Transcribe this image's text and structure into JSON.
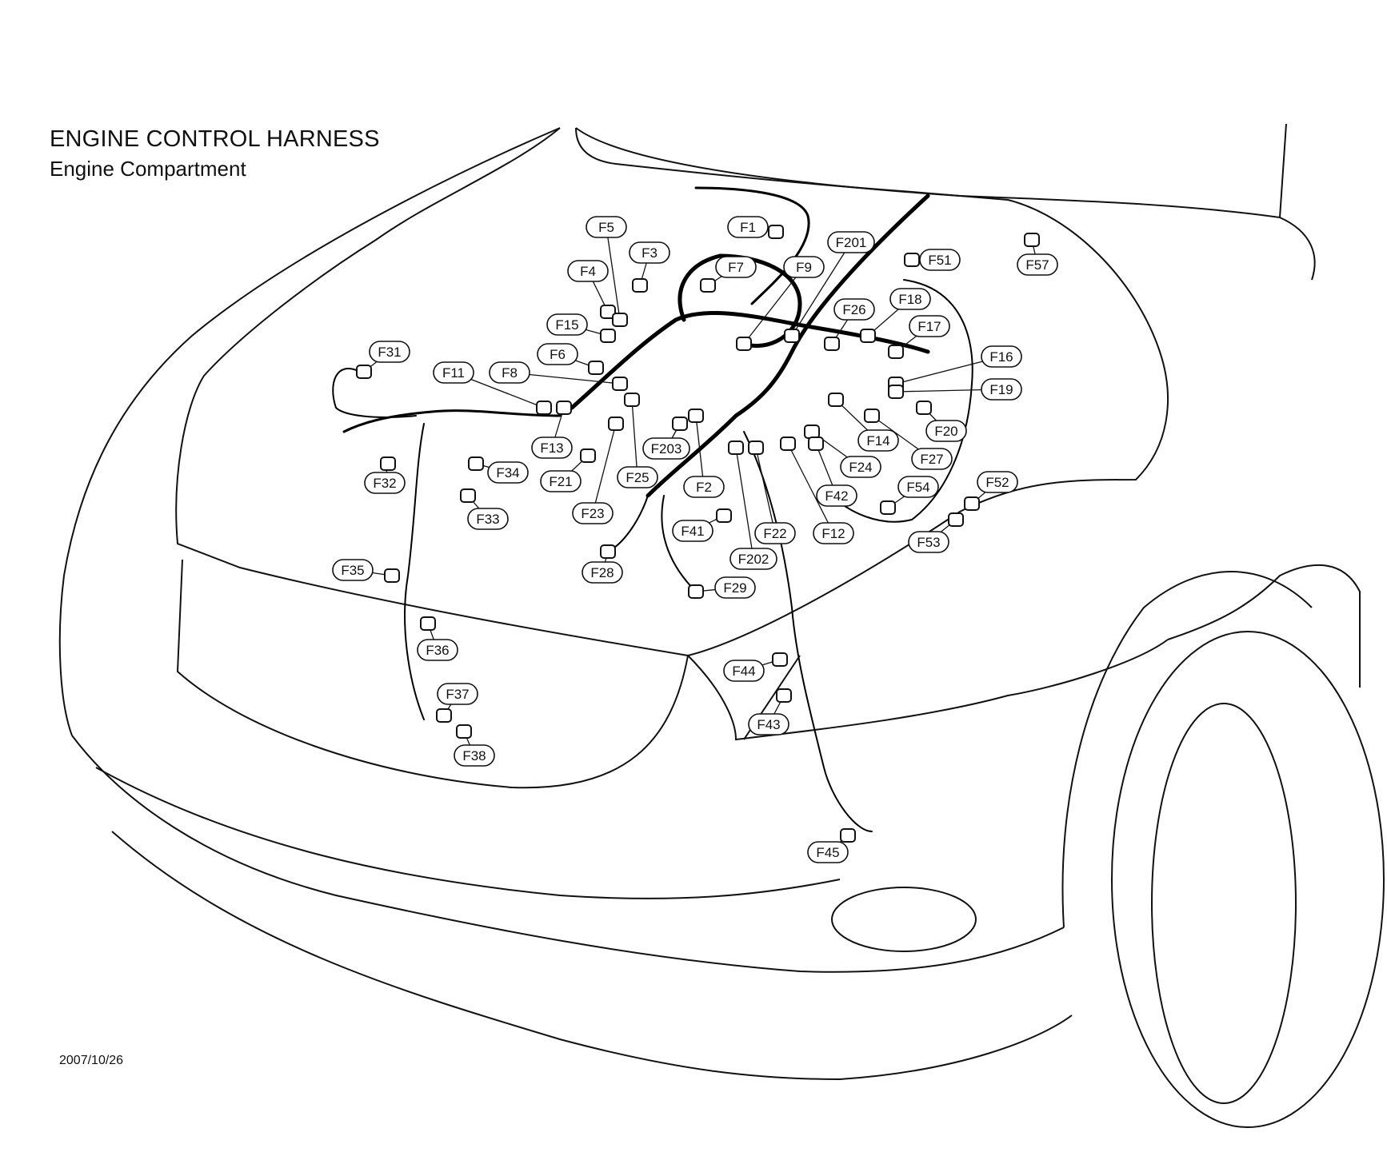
{
  "title": "ENGINE CONTROL HARNESS",
  "subtitle": "Engine Compartment",
  "date": "2007/10/26",
  "colors": {
    "line": "#111111",
    "background": "#ffffff",
    "harness": "#000000"
  },
  "connectors": [
    {
      "id": "F1",
      "label": "F1"
    },
    {
      "id": "F2",
      "label": "F2"
    },
    {
      "id": "F3",
      "label": "F3"
    },
    {
      "id": "F4",
      "label": "F4"
    },
    {
      "id": "F5",
      "label": "F5"
    },
    {
      "id": "F6",
      "label": "F6"
    },
    {
      "id": "F7",
      "label": "F7"
    },
    {
      "id": "F8",
      "label": "F8"
    },
    {
      "id": "F9",
      "label": "F9"
    },
    {
      "id": "F11",
      "label": "F11"
    },
    {
      "id": "F12",
      "label": "F12"
    },
    {
      "id": "F13",
      "label": "F13"
    },
    {
      "id": "F14",
      "label": "F14"
    },
    {
      "id": "F15",
      "label": "F15"
    },
    {
      "id": "F16",
      "label": "F16"
    },
    {
      "id": "F17",
      "label": "F17"
    },
    {
      "id": "F18",
      "label": "F18"
    },
    {
      "id": "F19",
      "label": "F19"
    },
    {
      "id": "F20",
      "label": "F20"
    },
    {
      "id": "F21",
      "label": "F21"
    },
    {
      "id": "F22",
      "label": "F22"
    },
    {
      "id": "F23",
      "label": "F23"
    },
    {
      "id": "F24",
      "label": "F24"
    },
    {
      "id": "F25",
      "label": "F25"
    },
    {
      "id": "F26",
      "label": "F26"
    },
    {
      "id": "F27",
      "label": "F27"
    },
    {
      "id": "F28",
      "label": "F28"
    },
    {
      "id": "F29",
      "label": "F29"
    },
    {
      "id": "F31",
      "label": "F31"
    },
    {
      "id": "F32",
      "label": "F32"
    },
    {
      "id": "F33",
      "label": "F33"
    },
    {
      "id": "F34",
      "label": "F34"
    },
    {
      "id": "F35",
      "label": "F35"
    },
    {
      "id": "F36",
      "label": "F36"
    },
    {
      "id": "F37",
      "label": "F37"
    },
    {
      "id": "F38",
      "label": "F38"
    },
    {
      "id": "F41",
      "label": "F41"
    },
    {
      "id": "F42",
      "label": "F42"
    },
    {
      "id": "F43",
      "label": "F43"
    },
    {
      "id": "F44",
      "label": "F44"
    },
    {
      "id": "F45",
      "label": "F45"
    },
    {
      "id": "F51",
      "label": "F51"
    },
    {
      "id": "F52",
      "label": "F52"
    },
    {
      "id": "F53",
      "label": "F53"
    },
    {
      "id": "F54",
      "label": "F54"
    },
    {
      "id": "F57",
      "label": "F57"
    },
    {
      "id": "F201",
      "label": "F201"
    },
    {
      "id": "F202",
      "label": "F202"
    },
    {
      "id": "F203",
      "label": "F203"
    }
  ]
}
